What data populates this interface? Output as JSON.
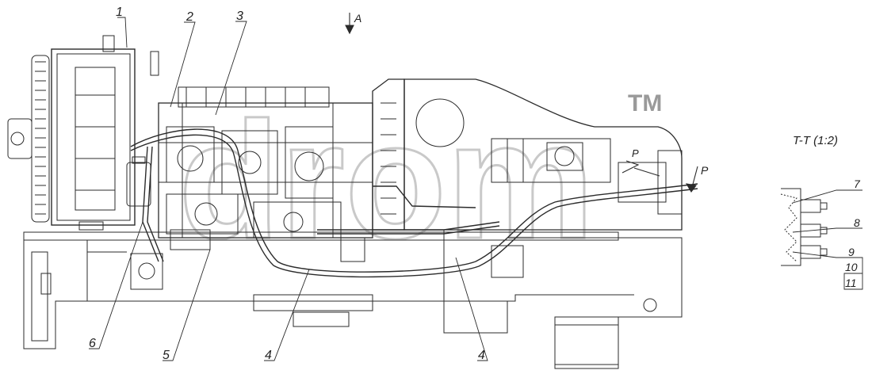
{
  "callouts": {
    "c1": "1",
    "c2": "2",
    "c3": "3",
    "c4a": "4",
    "c4b": "4",
    "c5": "5",
    "c6": "6",
    "c7": "7",
    "c8": "8",
    "c9": "9",
    "c10": "10",
    "c11": "11"
  },
  "view_arrow_a": "A",
  "view_arrow_p_top": "P",
  "view_arrow_p_side": "P",
  "section_title": "T-T (1:2)",
  "watermark": {
    "text": "drom",
    "tm": "TM"
  }
}
